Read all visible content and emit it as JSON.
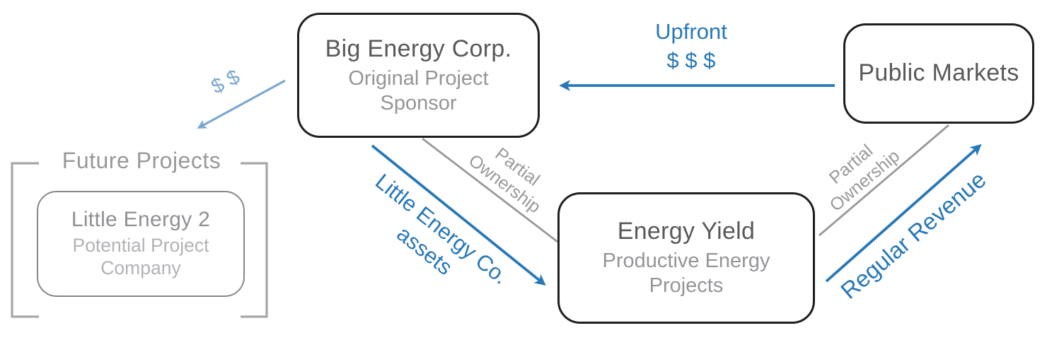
{
  "nodes": {
    "big_energy": {
      "title": "Big Energy Corp.",
      "subtitle": "Original Project Sponsor"
    },
    "public_markets": {
      "title": "Public Markets"
    },
    "energy_yield": {
      "title": "Energy Yield",
      "subtitle": "Productive Energy Projects"
    },
    "little_energy_2": {
      "title": "Little Energy 2",
      "subtitle": "Potential Project Company"
    }
  },
  "group": {
    "future_projects_label": "Future Projects"
  },
  "edges": {
    "upfront": {
      "lines": [
        "Upfront",
        "$ $ $"
      ],
      "from": "Public Markets",
      "to": "Big Energy Corp."
    },
    "seed_dollars": {
      "label": "$ $",
      "from": "Big Energy Corp.",
      "to": "Future Projects"
    },
    "assets": {
      "lines": [
        "Little Energy Co.",
        "assets"
      ],
      "from": "Big Energy Corp.",
      "to": "Energy Yield"
    },
    "partial_ownership_left": {
      "lines": [
        "Partial",
        "Ownership"
      ],
      "from": "Big Energy Corp.",
      "to": "Energy Yield"
    },
    "partial_ownership_right": {
      "lines": [
        "Partial",
        "Ownership"
      ],
      "from": "Public Markets",
      "to": "Energy Yield"
    },
    "regular_revenue": {
      "label": "Regular Revenue",
      "from": "Energy Yield",
      "to": "Public Markets"
    }
  },
  "colors": {
    "accent_blue": "#2878b8",
    "light_blue": "#7ba8d1",
    "line_gray": "#97999b",
    "border_black": "#1f1f1f",
    "title_gray": "#58595b",
    "sub_gray": "#939598",
    "little_title_gray": "#8e9093",
    "faint_gray": "#b1b3b6",
    "group_gray": "#97999b",
    "bracket_gray": "#a5a7aa",
    "inner_border_gray": "#85878a"
  }
}
